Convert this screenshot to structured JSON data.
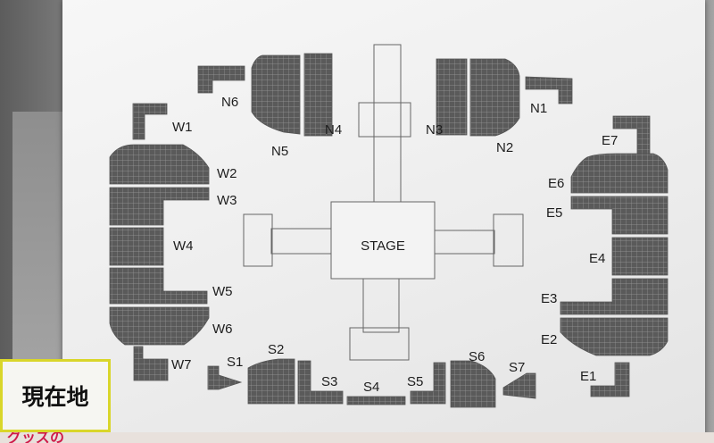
{
  "stage": {
    "label": "STAGE"
  },
  "sections": [
    {
      "id": "N6",
      "label": "N6"
    },
    {
      "id": "N5",
      "label": "N5"
    },
    {
      "id": "N4",
      "label": "N4"
    },
    {
      "id": "N3",
      "label": "N3"
    },
    {
      "id": "N2",
      "label": "N2"
    },
    {
      "id": "N1",
      "label": "N1"
    },
    {
      "id": "W1",
      "label": "W1"
    },
    {
      "id": "W2",
      "label": "W2"
    },
    {
      "id": "W3",
      "label": "W3"
    },
    {
      "id": "W4",
      "label": "W4"
    },
    {
      "id": "W5",
      "label": "W5"
    },
    {
      "id": "W6",
      "label": "W6"
    },
    {
      "id": "W7",
      "label": "W7"
    },
    {
      "id": "E7",
      "label": "E7"
    },
    {
      "id": "E6",
      "label": "E6"
    },
    {
      "id": "E5",
      "label": "E5"
    },
    {
      "id": "E4",
      "label": "E4"
    },
    {
      "id": "E3",
      "label": "E3"
    },
    {
      "id": "E2",
      "label": "E2"
    },
    {
      "id": "E1",
      "label": "E1"
    },
    {
      "id": "S1",
      "label": "S1"
    },
    {
      "id": "S2",
      "label": "S2"
    },
    {
      "id": "S3",
      "label": "S3"
    },
    {
      "id": "S4",
      "label": "S4"
    },
    {
      "id": "S5",
      "label": "S5"
    },
    {
      "id": "S6",
      "label": "S6"
    },
    {
      "id": "S7",
      "label": "S7"
    }
  ],
  "sign": {
    "text": "現在地"
  },
  "bottom_text": "グッズの",
  "colors": {
    "seat": "#5a5a5a",
    "grid": "#9a9a9a",
    "outline": "#555555",
    "sign_border": "#d9d62a",
    "bottom_text": "#cf1b4a"
  }
}
